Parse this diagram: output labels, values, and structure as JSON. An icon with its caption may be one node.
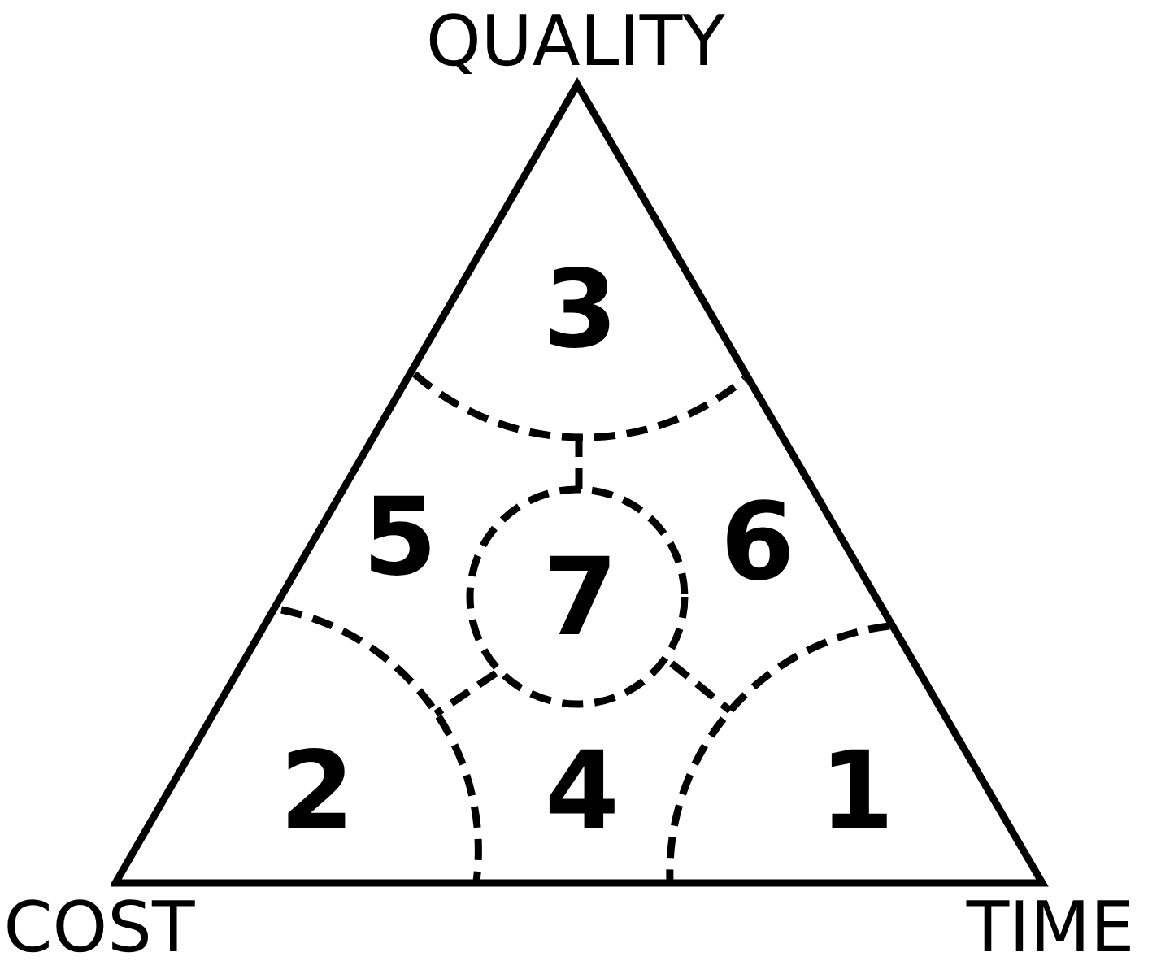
{
  "diagram": {
    "nodes": [
      {
        "text": [],
        "shape": "triangle"
      },
      {
        "text": [
          "3"
        ],
        "in": 0
      },
      {
        "text": [
          "5"
        ],
        "in": 0
      },
      {
        "text": [
          "7"
        ],
        "in": 0
      },
      {
        "text": [
          "6"
        ],
        "in": 0
      },
      {
        "text": [
          "2"
        ],
        "in": 0
      },
      {
        "text": [
          "4"
        ],
        "in": 0
      },
      {
        "text": [
          "1"
        ],
        "in": 0
      }
    ],
    "edges": [],
    "labels": [
      "QUALITY",
      "COST",
      "TIME"
    ]
  }
}
